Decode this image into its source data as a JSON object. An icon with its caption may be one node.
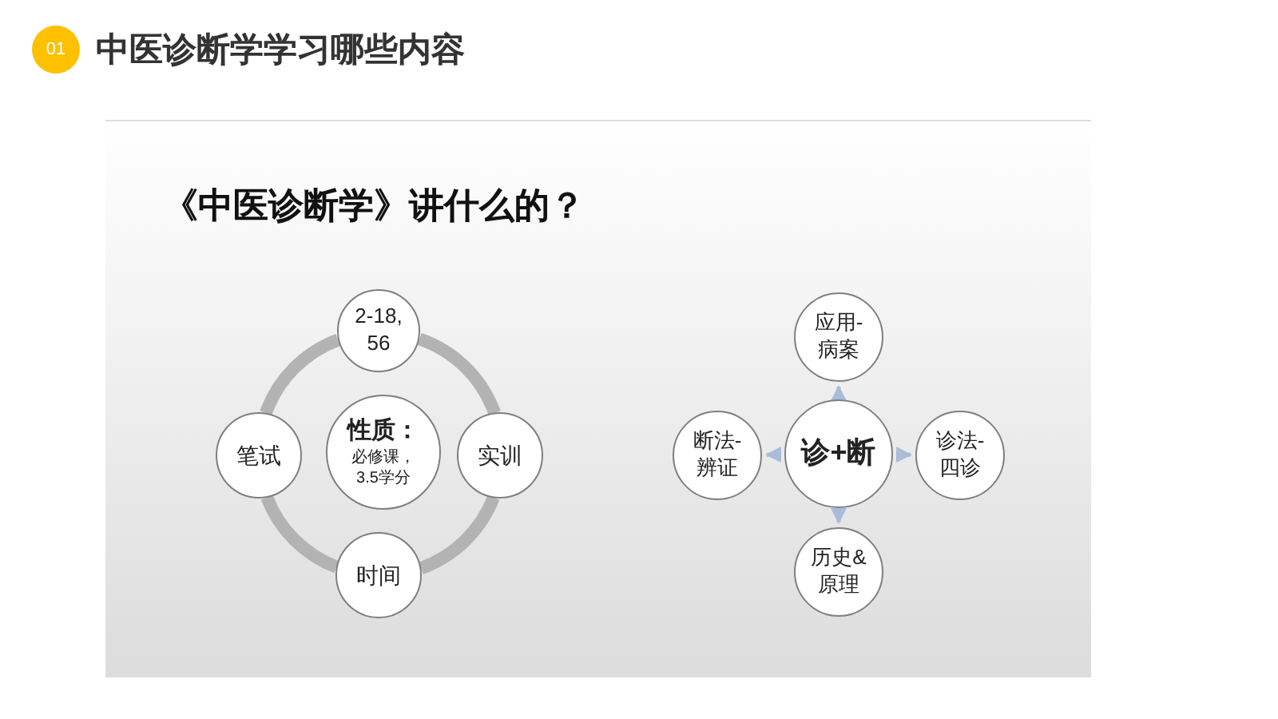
{
  "diagram": {
    "title": "中医诊断学学习哪些内容",
    "nodes": [
      {
        "text": [
          "01"
        ]
      },
      {
        "text": [
          "性质：",
          "必修课，3.5学分"
        ]
      },
      {
        "text": [
          "2-18, 56"
        ]
      },
      {
        "text": [
          "笔试"
        ]
      },
      {
        "text": [
          "实训"
        ]
      },
      {
        "text": [
          "时间"
        ]
      },
      {
        "text": [
          "诊+断"
        ]
      },
      {
        "text": [
          "应用-病案"
        ]
      },
      {
        "text": [
          "断法-辨证"
        ]
      },
      {
        "text": [
          "诊法-四诊"
        ]
      },
      {
        "text": [
          "历史&原理"
        ]
      }
    ],
    "edges": [
      {
        "from": 2,
        "to": 4,
        "arrow": "none",
        "style": "thick",
        "color": "#b3b3b3"
      },
      {
        "from": 4,
        "to": 5,
        "arrow": "none",
        "style": "thick",
        "color": "#b3b3b3"
      },
      {
        "from": 5,
        "to": 3,
        "arrow": "none",
        "style": "thick",
        "color": "#b3b3b3"
      },
      {
        "from": 3,
        "to": 2,
        "arrow": "none",
        "style": "thick",
        "color": "#b3b3b3"
      },
      {
        "from": 6,
        "to": 7,
        "arrow": "to",
        "color": "#a9bcd9"
      },
      {
        "from": 6,
        "to": 8,
        "arrow": "to",
        "color": "#a9bcd9"
      },
      {
        "from": 6,
        "to": 9,
        "arrow": "to",
        "color": "#a9bcd9"
      },
      {
        "from": 6,
        "to": 10,
        "arrow": "to",
        "color": "#a9bcd9"
      }
    ],
    "labels": [
      "《中医诊断学》讲什么的？"
    ]
  }
}
